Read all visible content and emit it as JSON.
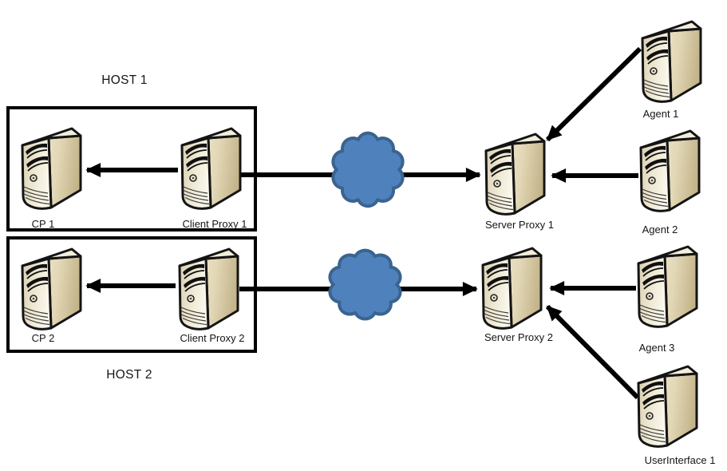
{
  "diagram": {
    "hosts": [
      {
        "id": "host-1",
        "label": "HOST 1"
      },
      {
        "id": "host-2",
        "label": "HOST 2"
      }
    ],
    "nodes": [
      {
        "id": "cp-1",
        "label": "CP 1",
        "type": "server"
      },
      {
        "id": "client-proxy-1",
        "label": "Client Proxy 1",
        "type": "server"
      },
      {
        "id": "server-proxy-1",
        "label": "Server Proxy 1",
        "type": "server"
      },
      {
        "id": "agent-1",
        "label": "Agent 1",
        "type": "server"
      },
      {
        "id": "agent-2",
        "label": "Agent 2",
        "type": "server"
      },
      {
        "id": "cp-2",
        "label": "CP 2",
        "type": "server"
      },
      {
        "id": "client-proxy-2",
        "label": "Client Proxy 2",
        "type": "server"
      },
      {
        "id": "server-proxy-2",
        "label": "Server Proxy 2",
        "type": "server"
      },
      {
        "id": "agent-3",
        "label": "Agent 3",
        "type": "server"
      },
      {
        "id": "user-interface-1",
        "label": "UserInterface 1",
        "type": "server"
      }
    ],
    "clouds": [
      {
        "id": "network-cloud-1"
      },
      {
        "id": "network-cloud-2"
      }
    ],
    "edges": [
      {
        "from": "Client Proxy 1",
        "to": "CP 1"
      },
      {
        "from": "Client Proxy 1",
        "to": "Server Proxy 1",
        "via": "network-cloud-1"
      },
      {
        "from": "Agent 1",
        "to": "Server Proxy 1"
      },
      {
        "from": "Agent 2",
        "to": "Server Proxy 1"
      },
      {
        "from": "Client Proxy 2",
        "to": "CP 2"
      },
      {
        "from": "Client Proxy 2",
        "to": "Server Proxy 2",
        "via": "network-cloud-2"
      },
      {
        "from": "Agent 3",
        "to": "Server Proxy 2"
      },
      {
        "from": "UserInterface 1",
        "to": "Server Proxy 2"
      }
    ],
    "colors": {
      "background": "#ffffff",
      "cloud_fill": "#4F81BD",
      "cloud_stroke": "#3A648F",
      "arrow": "#000000",
      "host_box_border": "#000000",
      "server_front": "#EFE8D2",
      "server_side": "#CFC09A",
      "server_top": "#F3EEDC",
      "server_outline": "#141414",
      "text": "#111111"
    }
  }
}
